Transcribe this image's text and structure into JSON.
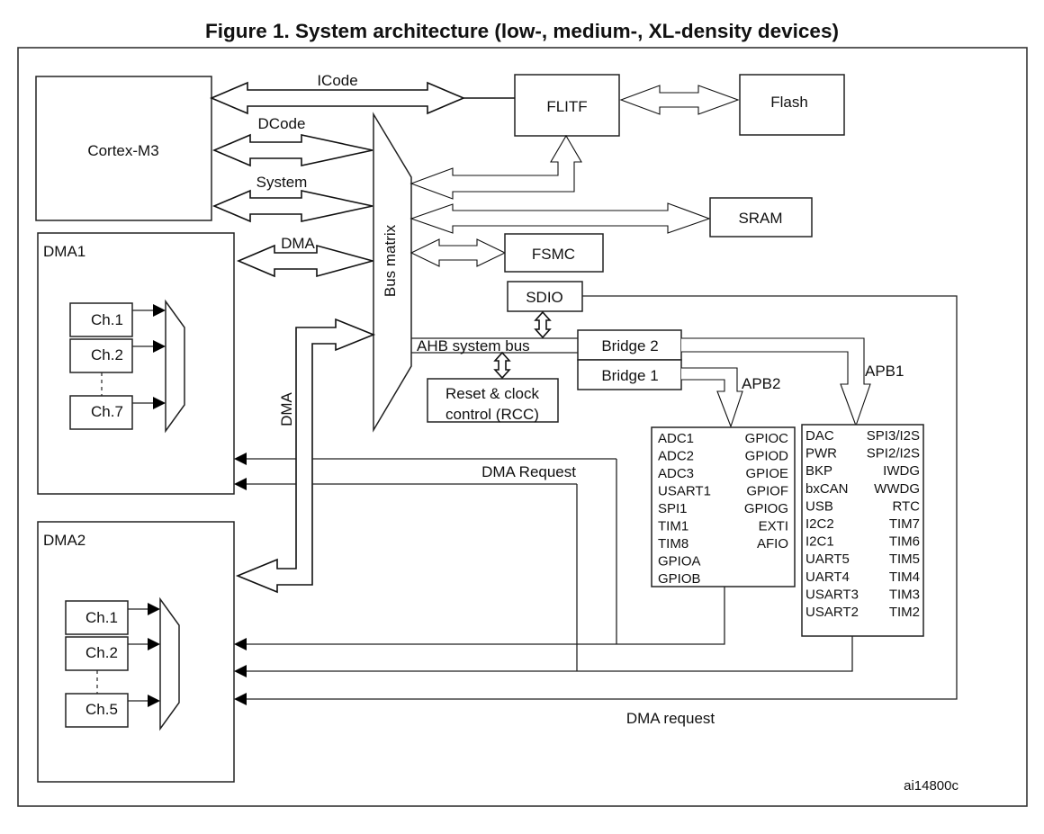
{
  "title": "Figure 1. System architecture (low-, medium-, XL-density devices)",
  "blocks": {
    "cortex": "Cortex-M3",
    "flitf": "FLITF",
    "flash": "Flash",
    "sram": "SRAM",
    "fsmc": "FSMC",
    "sdio": "SDIO",
    "bus_matrix": "Bus matrix",
    "rcc_line1": "Reset & clock",
    "rcc_line2": "control (RCC)",
    "bridge2": "Bridge  2",
    "bridge1": "Bridge  1",
    "dma1": "DMA1",
    "dma2": "DMA2"
  },
  "buses": {
    "icode": "ICode",
    "dcode": "DCode",
    "system": "System",
    "dma": "DMA",
    "dma_vertical": "DMA",
    "ahb": "AHB system bus",
    "apb2": "APB2",
    "apb1": "APB1"
  },
  "dma1_channels": [
    "Ch.1",
    "Ch.2",
    "Ch.7"
  ],
  "dma2_channels": [
    "Ch.1",
    "Ch.2",
    "Ch.5"
  ],
  "apb2_peripherals": {
    "left": [
      "ADC1",
      "ADC2",
      "ADC3",
      "USART1",
      "SPI1",
      "TIM1",
      "TIM8",
      "GPIOA",
      "GPIOB"
    ],
    "right": [
      "GPIOC",
      "GPIOD",
      "GPIOE",
      "GPIOF",
      "GPIOG",
      "EXTI",
      "AFIO"
    ]
  },
  "apb1_peripherals": {
    "left": [
      "DAC",
      "PWR",
      "BKP",
      "bxCAN",
      "USB",
      "I2C2",
      "I2C1",
      "UART5",
      "UART4",
      "USART3",
      "USART2"
    ],
    "right": [
      "SPI3/I2S",
      "SPI2/I2S",
      "IWDG",
      "WWDG",
      "RTC",
      "TIM7",
      "TIM6",
      "TIM5",
      "TIM4",
      "TIM3",
      "TIM2"
    ]
  },
  "labels": {
    "dma_request_upper": "DMA Request",
    "dma_request_lower": "DMA request",
    "figure_id": "ai14800c"
  }
}
